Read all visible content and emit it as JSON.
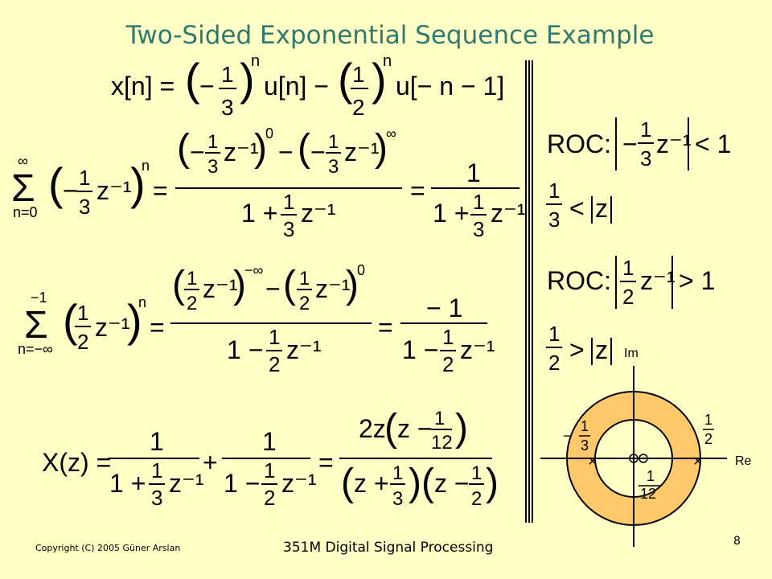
{
  "slide": {
    "title": "Two-Sided Exponential Sequence Example",
    "copyright": "Copyright (C) 2005 Güner Arslan",
    "course": "351M Digital Signal Processing",
    "page_number": "8"
  },
  "equations": {
    "signal": "x[n] = (−1/3)ⁿ u[n] − (1/2)ⁿ u[−n−1]",
    "sum_positive": "Σ_{n=0}^{∞} (−(1/3) z⁻¹)ⁿ = [(−(1/3) z⁻¹)⁰ − (−(1/3) z⁻¹)^∞] / [1 + (1/3) z⁻¹] = 1 / [1 + (1/3) z⁻¹]",
    "sum_negative": "Σ_{n=−∞}^{−1} ((1/2) z⁻¹)ⁿ = [((1/2) z⁻¹)^{−∞} − ((1/2) z⁻¹)⁰] / [1 − (1/2) z⁻¹] = −1 / [1 − (1/2) z⁻¹]",
    "total": "X(z) = 1/[1 + (1/3) z⁻¹] + 1/[1 − (1/2) z⁻¹] = 2z(z − 1/12) / [(z + 1/3)(z − 1/2)]"
  },
  "roc": {
    "roc_label": "ROC:",
    "cond1": "|−(1/3) z⁻¹| < 1",
    "cond1b": "1/3 < |z|",
    "cond2": "|(1/2) z⁻¹| > 1",
    "cond2b": "1/2 > |z|"
  },
  "pole_zero_plot": {
    "im_label": "Im",
    "re_label": "Re",
    "ring_color": "#ffc96b",
    "poles": [
      "-1/3",
      "1/2"
    ],
    "zeros": [
      "0",
      "1/12"
    ],
    "label_neg_third": "−1/3",
    "label_half": "1/2",
    "label_twelfth": "1/12"
  }
}
